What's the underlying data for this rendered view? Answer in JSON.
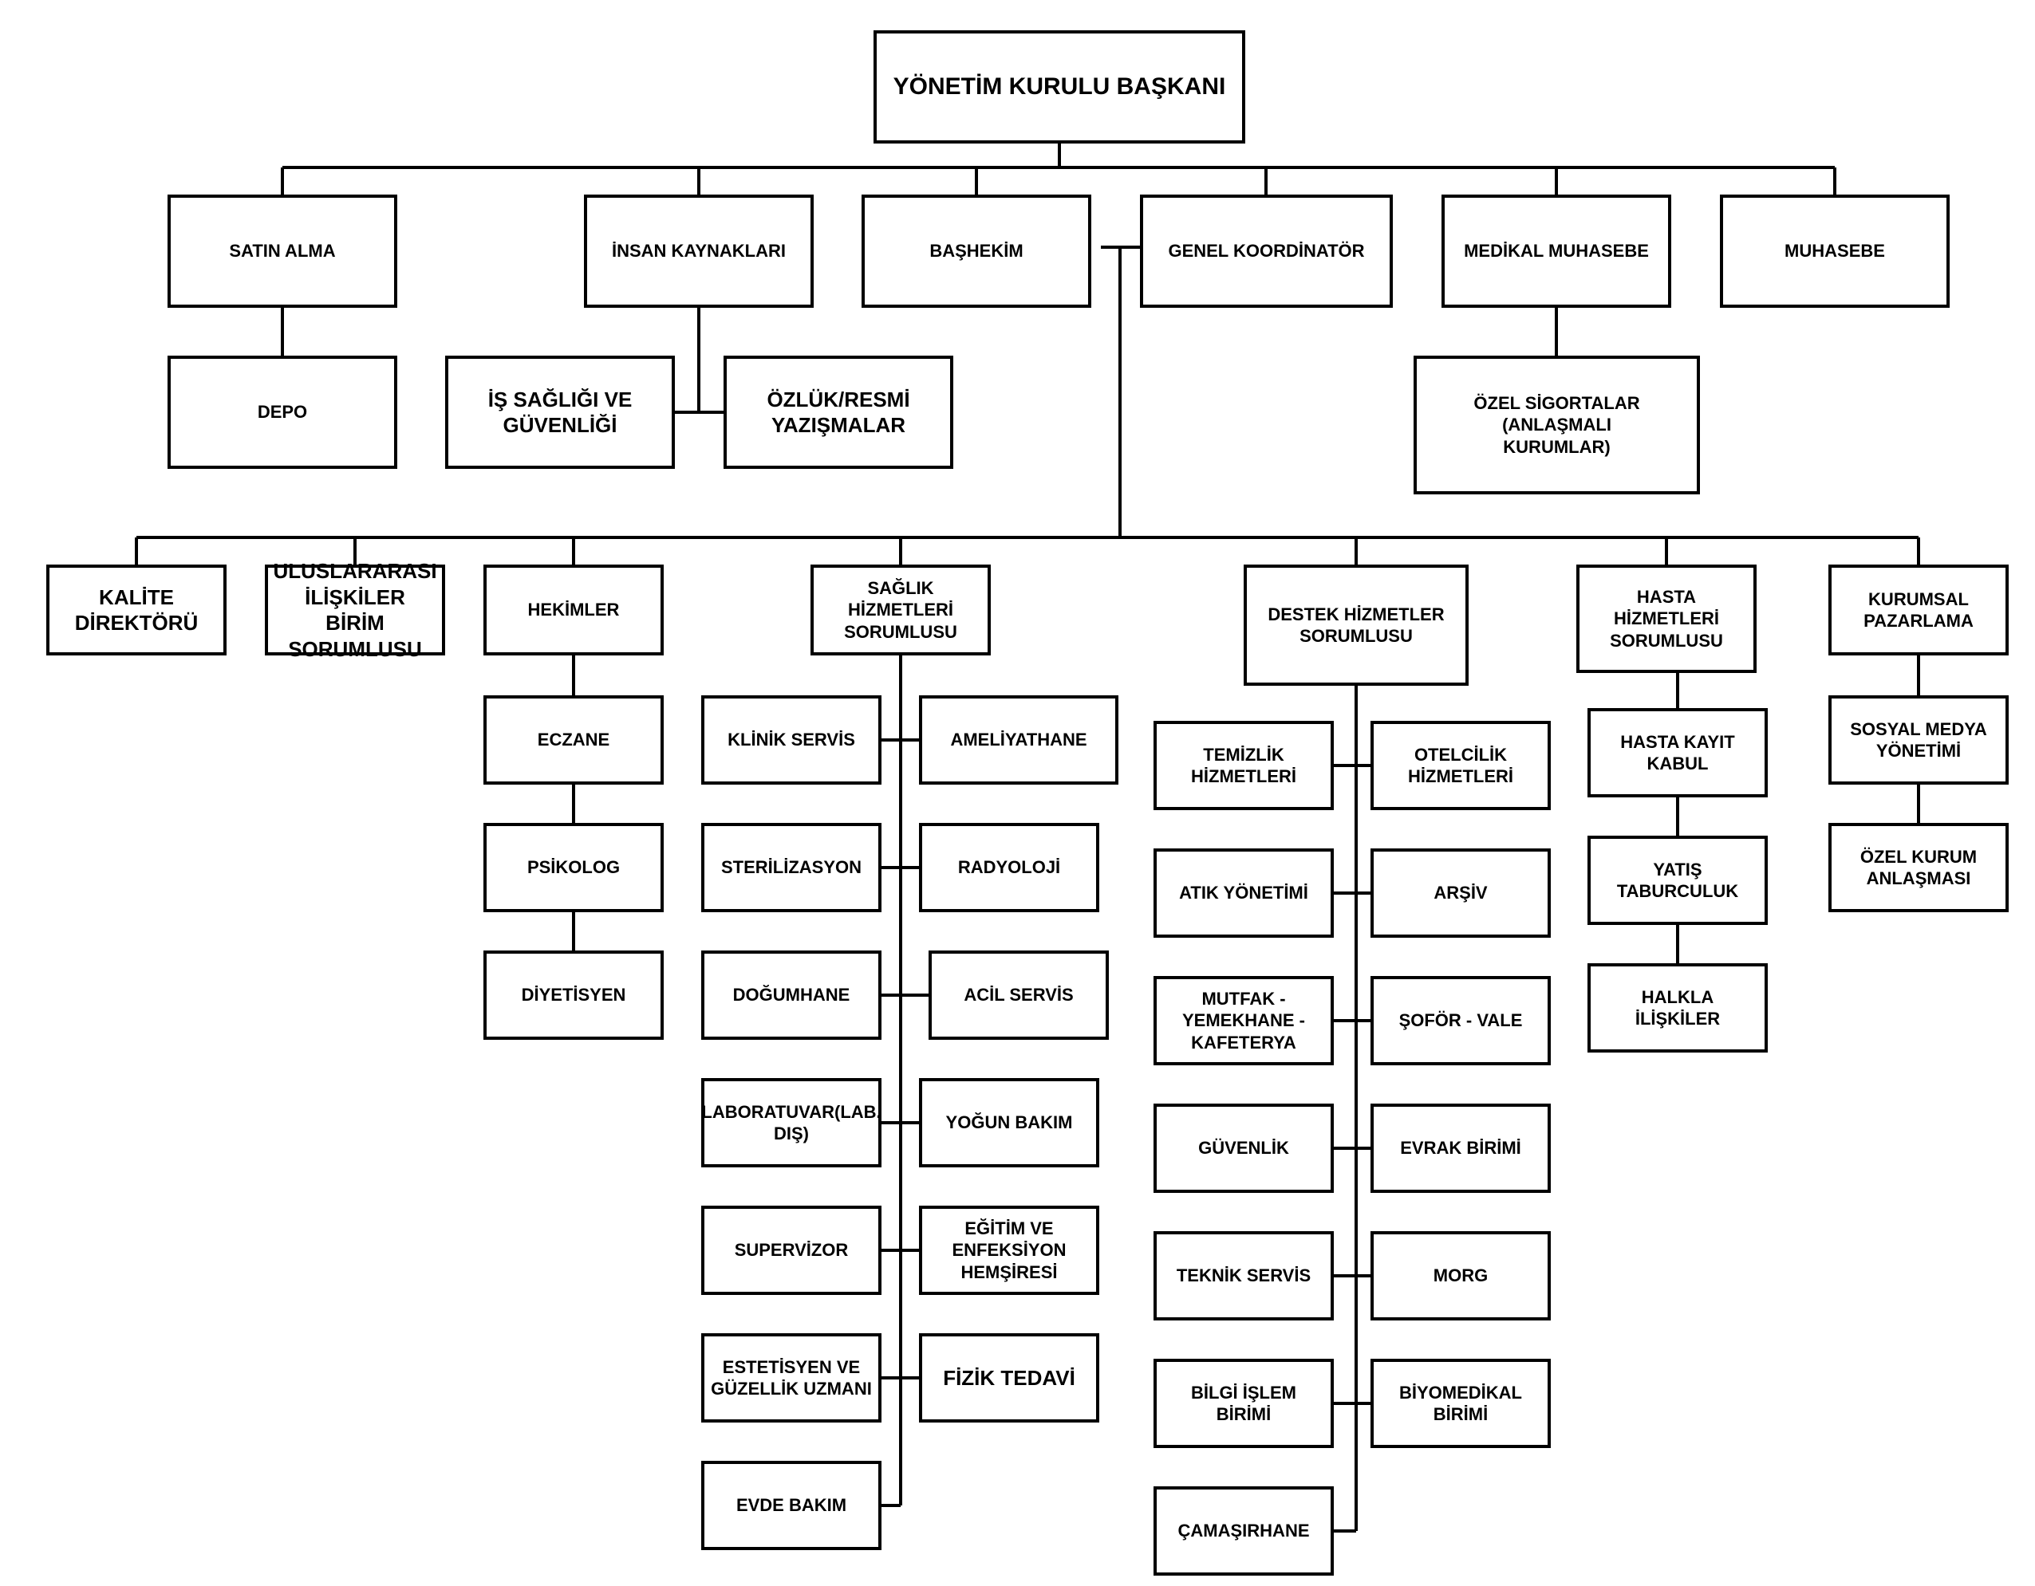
{
  "nodes": {
    "root": "YÖNETİM KURULU BAŞKANI",
    "satin_alma": "SATIN ALMA",
    "insan_kaynaklari": "İNSAN KAYNAKLARI",
    "bashekim": "BAŞHEKİM",
    "genel_koordinator": "GENEL KOORDİNATÖR",
    "medikal_muhasebe": "MEDİKAL MUHASEBE",
    "muhasebe": "MUHASEBE",
    "depo": "DEPO",
    "is_sagligi": "İŞ SAĞLIĞI VE\nGÜVENLİĞİ",
    "ozluk": "ÖZLÜK/RESMİ\nYAZIŞMALAR",
    "ozel_sigortalar": "ÖZEL SİGORTALAR (ANLAŞMALI\nKURUMLAR)",
    "kalite": "KALİTE\nDİREKTÖRÜ",
    "uluslararasi": "ULUSLARARASI\nİLİŞKİLER BİRİM\nSORUMLUSU",
    "hekimler": "HEKİMLER",
    "eczane": "ECZANE",
    "psikolog": "PSİKOLOG",
    "diyetisyen": "DİYETİSYEN",
    "saglik_hizmetleri": "SAĞLIK HİZMETLERİ\nSORUMLUSU",
    "klinik_servis": "KLİNİK SERVİS",
    "ameliyathane": "AMELİYATHANE",
    "sterilizasyon": "STERİLİZASYON",
    "radyoloji": "RADYOLOJİ",
    "dogumhane": "DOĞUMHANE",
    "acil_servis": "ACİL SERVİS",
    "laboratuvar": "LABORATUVAR(LAB.\nDIŞ)",
    "yogun_bakim": "YOĞUN BAKIM",
    "supervizor": "SUPERVİZOR",
    "egitim": "EĞİTİM VE\nENFEKSİYON\nHEMŞİRESİ",
    "estetisyen": "ESTETİSYEN VE\nGÜZELLİK UZMANI",
    "fizik_tedavi": "FİZİK TEDAVİ",
    "evde_bakim": "EVDE BAKIM",
    "destek_hizmetler": "DESTEK HİZMETLER\nSORUMLUSU",
    "temizlik": "TEMİZLİK\nHİZMETLERİ",
    "otelcilik": "OTELCİLİK\nHİZMETLERİ",
    "atik": "ATIK YÖNETİMİ",
    "arsiv": "ARŞİV",
    "mutfak": "MUTFAK -\nYEMEKHANE -\nKAFETERYA",
    "sofor": "ŞOFÖR - VALE",
    "guvenlik": "GÜVENLİK",
    "evrak": "EVRAK BİRİMİ",
    "teknik": "TEKNİK SERVİS",
    "morg": "MORG",
    "bilgi_islem": "BİLGİ İŞLEM BİRİMİ",
    "biyomedikal": "BİYOMEDİKAL\nBİRİMİ",
    "camasirhane": "ÇAMAŞIRHANE",
    "hasta_hizmetleri": "HASTA HİZMETLERİ\nSORUMLUSU",
    "hasta_kayit": "HASTA KAYIT KABUL",
    "yatis": "YATIŞ TABURCULUK",
    "halkla": "HALKLA İLİŞKİLER",
    "kurumsal": "KURUMSAL\nPAZARLAMA",
    "sosyal_medya": "SOSYAL MEDYA\nYÖNETİMİ",
    "ozel_kurum": "ÖZEL KURUM\nANLAŞMASI"
  }
}
